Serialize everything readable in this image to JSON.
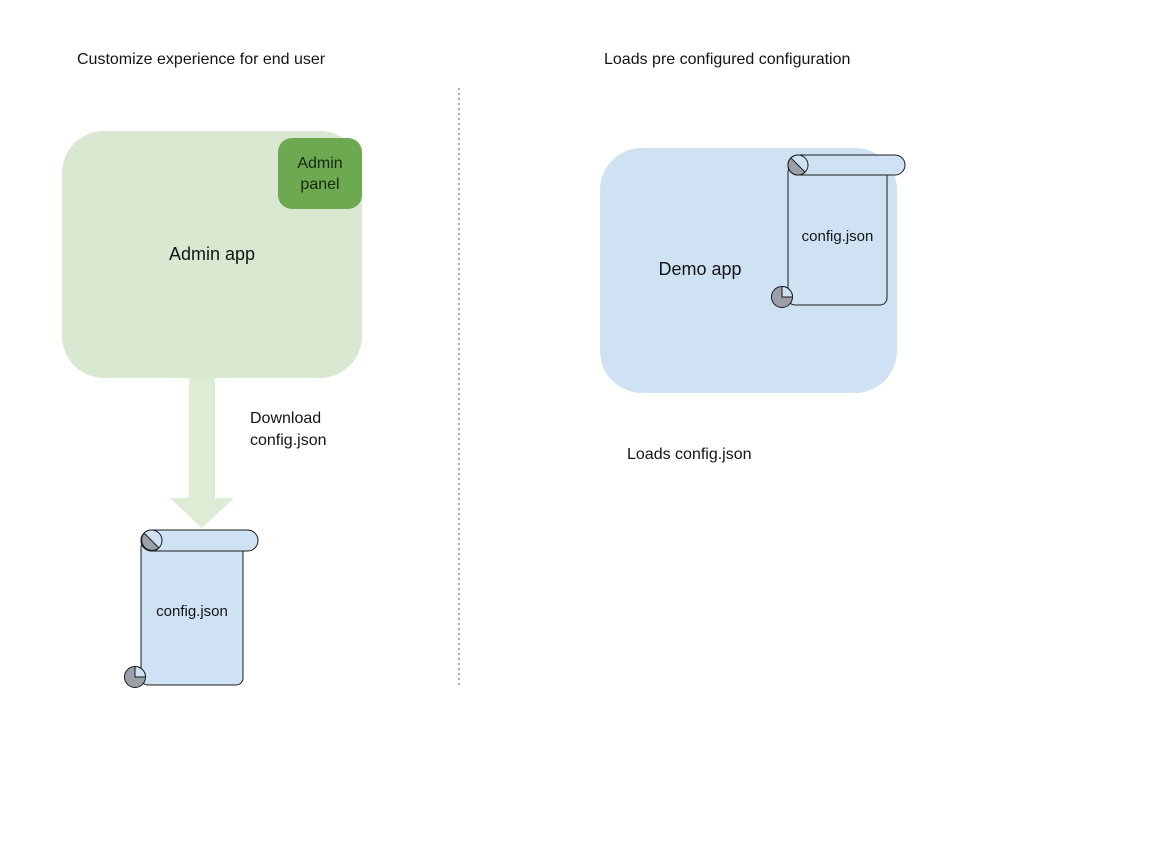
{
  "diagram": {
    "left": {
      "title": "Customize experience for end user",
      "admin_app_label": "Admin app",
      "admin_panel_label": "Admin panel",
      "download_lines": [
        "Download",
        "config.json"
      ],
      "config_file_label": "config.json"
    },
    "right": {
      "title": "Loads pre configured configuration",
      "demo_app_label": "Demo app",
      "config_file_label": "config.json",
      "caption": "Loads config.json"
    }
  },
  "colors": {
    "light_green": "#d9e8d0",
    "arrow_green": "#dcecd5",
    "green": "#6da951",
    "panel_text": "#17290f",
    "light_blue": "#cfe2f3",
    "curl_gray": "#9aa0a6"
  }
}
